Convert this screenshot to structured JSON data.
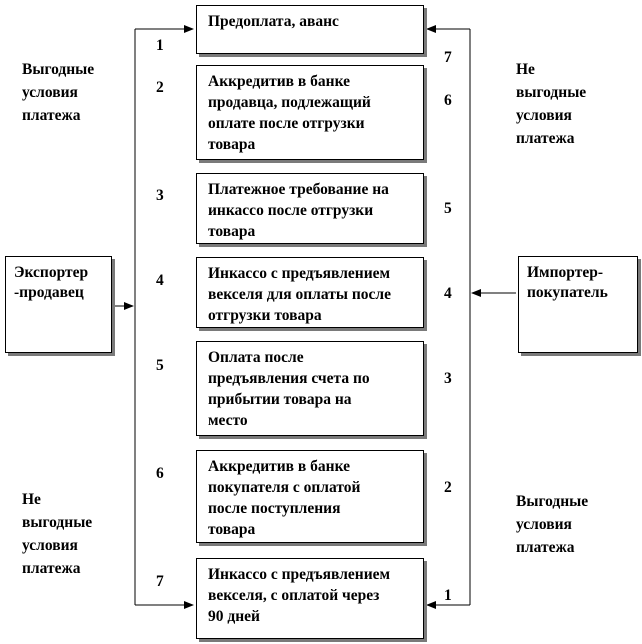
{
  "options": [
    {
      "text": "Предоплата, аванс",
      "rank_left": "1",
      "rank_right": "7"
    },
    {
      "text": "Аккредитив в банке\nпродавца, подлежащий\nоплате после отгрузки\nтовара",
      "rank_left": "2",
      "rank_right": "6"
    },
    {
      "text": "Платежное требование на\nинкассо после отгрузки\nтовара",
      "rank_left": "3",
      "rank_right": "5"
    },
    {
      "text": "Инкассо с предъявлением\nвекселя для оплаты после\nотгрузки товара",
      "rank_left": "4",
      "rank_right": "4"
    },
    {
      "text": "Оплата после\nпредъявления счета по\nприбытии товара на\nместо",
      "rank_left": "5",
      "rank_right": "3"
    },
    {
      "text": "Аккредитив в банке\nпокупателя с оплатой\nпосле поступления\nтовара",
      "rank_left": "6",
      "rank_right": "2"
    },
    {
      "text": "Инкассо с предъявлением\nвекселя, с оплатой через\n90 дней",
      "rank_left": "7",
      "rank_right": "1"
    }
  ],
  "exporter": {
    "label": "Экспортер\n-продавец"
  },
  "importer": {
    "label": "Импортер-\nпокупатель"
  },
  "notes": {
    "left_top": "Выгодные\nусловия\nплатежа",
    "left_bottom": "Не\nвыгодные\nусловия\nплатежа",
    "right_top": "Не\nвыгодные\nусловия\nплатежа",
    "right_bottom": "Выгодные\nусловия\nплатежа"
  },
  "colors": {
    "line": "#000000",
    "shadow": "#7a7a7a",
    "background": "#ffffff"
  }
}
